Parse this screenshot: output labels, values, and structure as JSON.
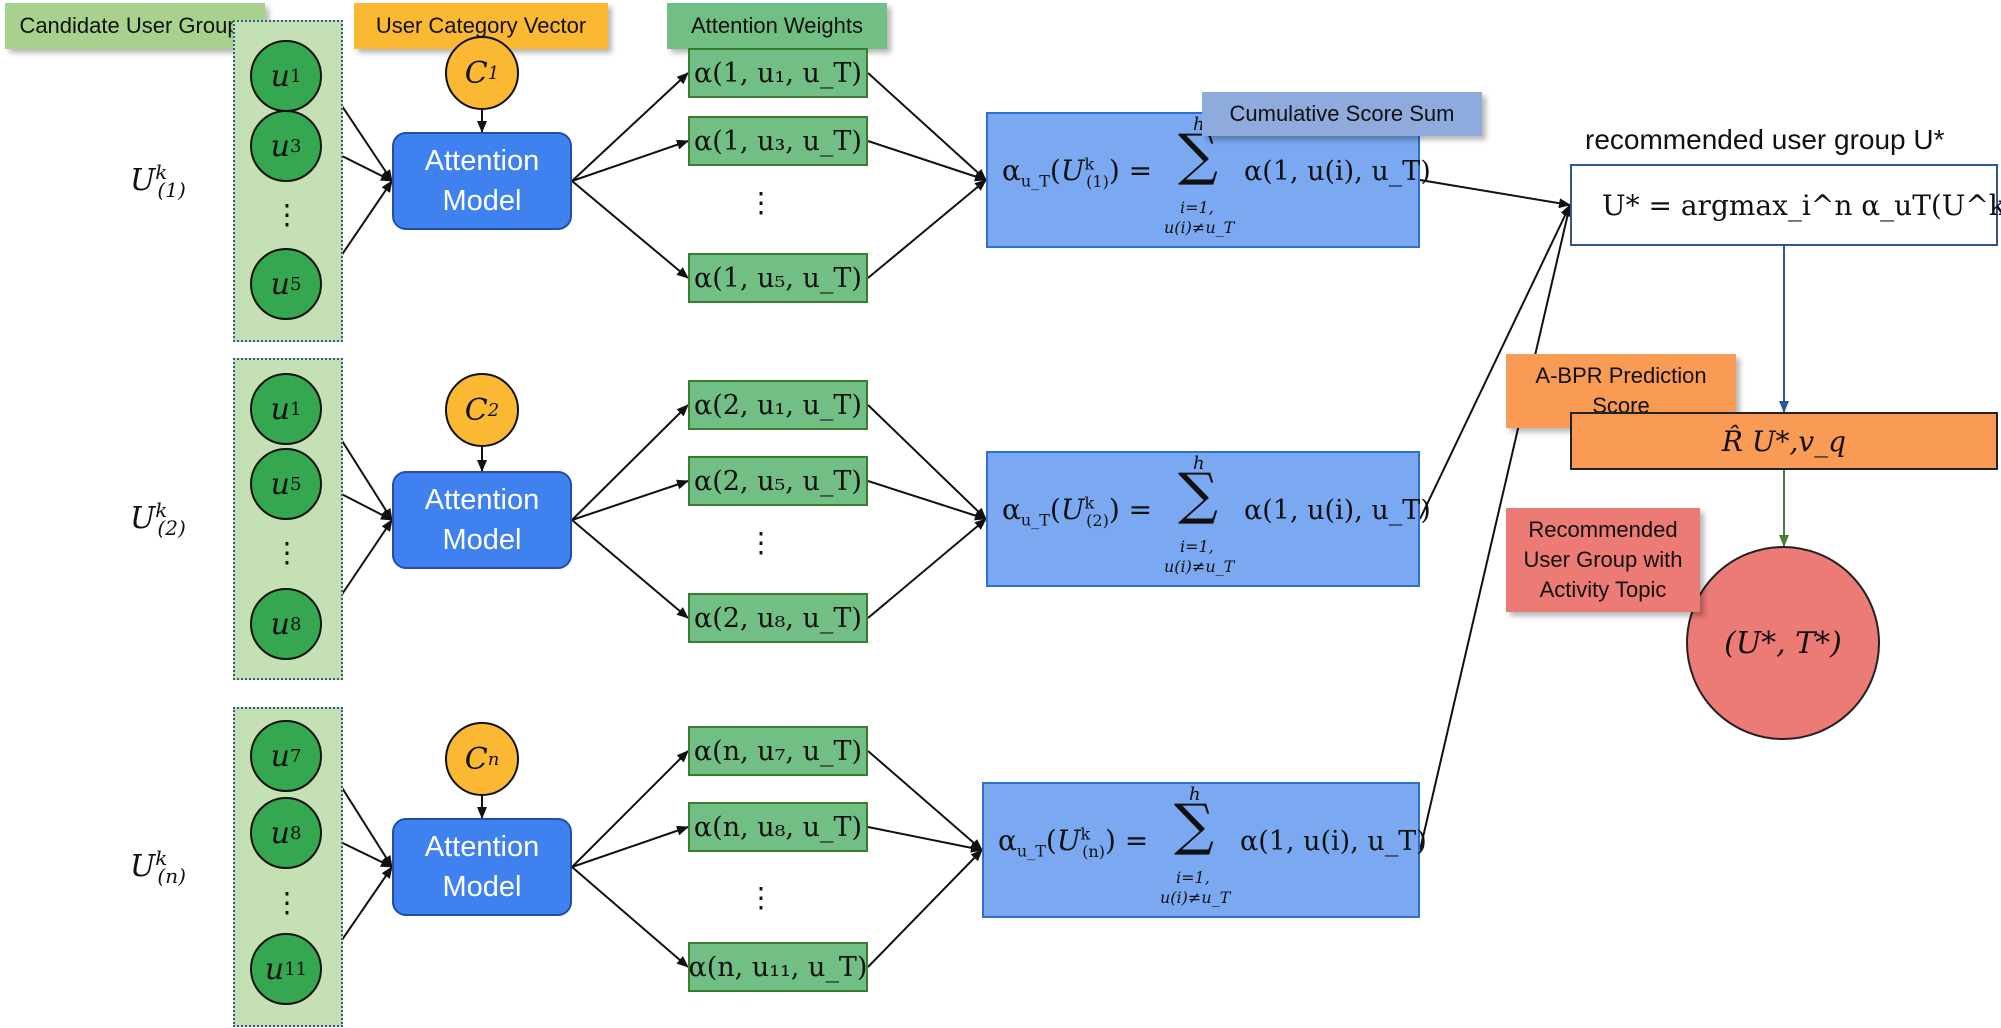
{
  "tags": {
    "candidate_user_groups": "Candidate User Groups",
    "user_category_vector": "User Category Vector",
    "attention_weights": "Attention Weights",
    "cumulative_score_sum": "Cumulative Score Sum",
    "abpr_prediction_score_line1": "A-BPR Prediction",
    "abpr_prediction_score_line2": "Score",
    "recommended_group_line1": "Recommended",
    "recommended_group_line2": "User Group with",
    "recommended_group_line3": "Activity Topic"
  },
  "attention_model": {
    "line1": "Attention",
    "line2": "Model"
  },
  "ellipsis": "⋮",
  "groups": [
    {
      "label_base": "U",
      "label_sup": "k",
      "label_sub": "(1)",
      "users": [
        {
          "base": "u",
          "sub": "1"
        },
        {
          "base": "u",
          "sub": "3"
        },
        {
          "base": "u",
          "sub": "5"
        }
      ],
      "category": {
        "base": "C",
        "sub": "1"
      },
      "weights": [
        "α(1, u₁, u_T)",
        "α(1, u₃, u_T)",
        "α(1, u₅, u_T)"
      ],
      "sum": {
        "lhs": "α",
        "lhs_sub": "u_T",
        "arg": "U",
        "arg_sup": "k",
        "arg_sub": "(1)",
        "upper": "h",
        "lower1": "i=1,",
        "lower2": "u(i)≠u_T",
        "rhs": "α(1, u(i), u_T)"
      }
    },
    {
      "label_base": "U",
      "label_sup": "k",
      "label_sub": "(2)",
      "users": [
        {
          "base": "u",
          "sub": "1"
        },
        {
          "base": "u",
          "sub": "5"
        },
        {
          "base": "u",
          "sub": "8"
        }
      ],
      "category": {
        "base": "C",
        "sub": "2"
      },
      "weights": [
        "α(2, u₁, u_T)",
        "α(2, u₅, u_T)",
        "α(2, u₈, u_T)"
      ],
      "sum": {
        "lhs": "α",
        "lhs_sub": "u_T",
        "arg": "U",
        "arg_sup": "k",
        "arg_sub": "(2)",
        "upper": "h",
        "lower1": "i=1,",
        "lower2": "u(i)≠u_T",
        "rhs": "α(1, u(i), u_T)"
      }
    },
    {
      "label_base": "U",
      "label_sup": "k",
      "label_sub": "(n)",
      "users": [
        {
          "base": "u",
          "sub": "7"
        },
        {
          "base": "u",
          "sub": "8"
        },
        {
          "base": "u",
          "sub": "11"
        }
      ],
      "category": {
        "base": "C",
        "sub": "n"
      },
      "weights": [
        "α(n, u₇, u_T)",
        "α(n, u₈, u_T)",
        "α(n, u₁₁, u_T)"
      ],
      "sum": {
        "lhs": "α",
        "lhs_sub": "u_T",
        "arg": "U",
        "arg_sup": "k",
        "arg_sub": "(n)",
        "upper": "h",
        "lower1": "i=1,",
        "lower2": "u(i)≠u_T",
        "rhs": "α(1, u(i), u_T)"
      }
    }
  ],
  "recommendation": {
    "title": "recommended user group U*",
    "formula": "U* = argmax_i^n α_uT(U^k_(i))"
  },
  "prediction": {
    "formula": "R̂ U*,v_q"
  },
  "final": {
    "formula": "(U*, T*)"
  }
}
